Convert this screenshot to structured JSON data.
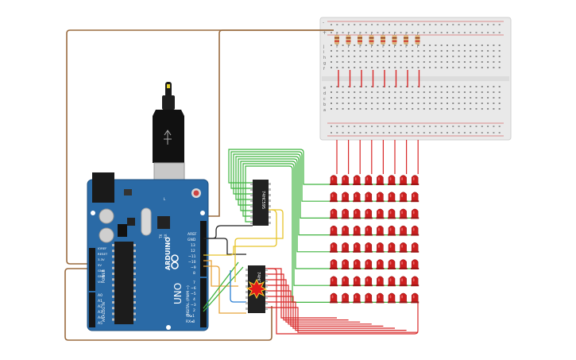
{
  "board": {
    "brand": "ARDUINO",
    "model": "UNO",
    "power_pins": [
      "IOREF",
      "RESET",
      "3.3V",
      "5V",
      "GND",
      "GND",
      "Vin"
    ],
    "analog_pins": [
      "A0",
      "A1",
      "A2",
      "A3",
      "A4",
      "A5"
    ],
    "header_top": [
      "AREF",
      "GND",
      "13",
      "12",
      "~11",
      "~10",
      "~9",
      "8"
    ],
    "header_bottom": [
      "7",
      "~6",
      "~5",
      "4",
      "~3",
      "2",
      "TX▸1",
      "RX◂0"
    ],
    "section_power": "POWER",
    "section_analog": "ANALOG IN",
    "section_digital": "DIGITAL (PWM ~)",
    "led_labels": [
      "TX",
      "RX",
      "L"
    ]
  },
  "chips": {
    "shift_register_top": "74HC595",
    "shift_register_bottom": "74HC595"
  },
  "breadboard": {
    "row_letters_top": [
      "j",
      "i",
      "h",
      "g",
      "f"
    ],
    "row_letters_bottom": [
      "e",
      "d",
      "c",
      "b",
      "a"
    ],
    "rail_signs": [
      "-",
      "+"
    ]
  },
  "led_matrix": {
    "rows": 8,
    "cols": 8,
    "led_color": "#cc1f1f",
    "lit_color": "#e83a3a"
  },
  "colors": {
    "board": "#2a6aa6",
    "wire_red": "#d82828",
    "wire_green": "#3fb33f",
    "wire_orange": "#e8a33a",
    "wire_yellow": "#e6c32a",
    "wire_brown": "#9a6b3f",
    "wire_blue": "#2a7fd4",
    "wire_black": "#222222",
    "breadboard": "#e9e9e9"
  }
}
